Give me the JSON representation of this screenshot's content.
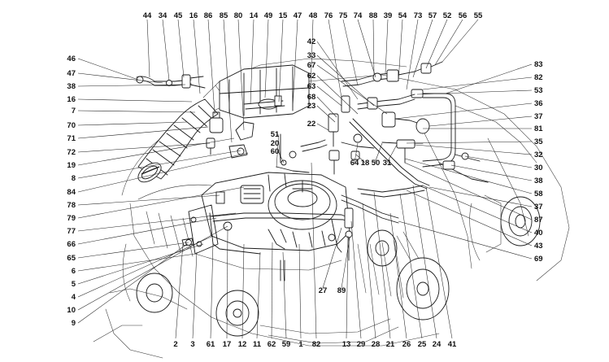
{
  "diagram": {
    "top_labels": [
      "44",
      "34",
      "45",
      "16",
      "86",
      "85",
      "80",
      "14",
      "49",
      "15",
      "47",
      "48",
      "76",
      "75",
      "74",
      "88",
      "39",
      "54",
      "73",
      "57",
      "52",
      "56",
      "55"
    ],
    "left_labels": [
      "46",
      "47",
      "38",
      "16",
      "7",
      "70",
      "71",
      "72",
      "19",
      "8",
      "84",
      "78",
      "79",
      "77",
      "66",
      "65",
      "6",
      "5",
      "4",
      "10",
      "9"
    ],
    "right_labels": [
      "83",
      "82",
      "53",
      "36",
      "37",
      "81",
      "35",
      "32",
      "30",
      "38",
      "58",
      "37",
      "87",
      "40",
      "43",
      "69"
    ],
    "bottom_labels": [
      "2",
      "3",
      "61",
      "17",
      "12",
      "11",
      "62",
      "59",
      "1",
      "82",
      "13",
      "29",
      "28",
      "21",
      "26",
      "25",
      "24",
      "41"
    ],
    "inner_labels": [
      "42",
      "33",
      "67",
      "62",
      "63",
      "68",
      "23",
      "22",
      "51",
      "20",
      "60",
      "64",
      "18",
      "50",
      "31",
      "27",
      "89"
    ]
  }
}
